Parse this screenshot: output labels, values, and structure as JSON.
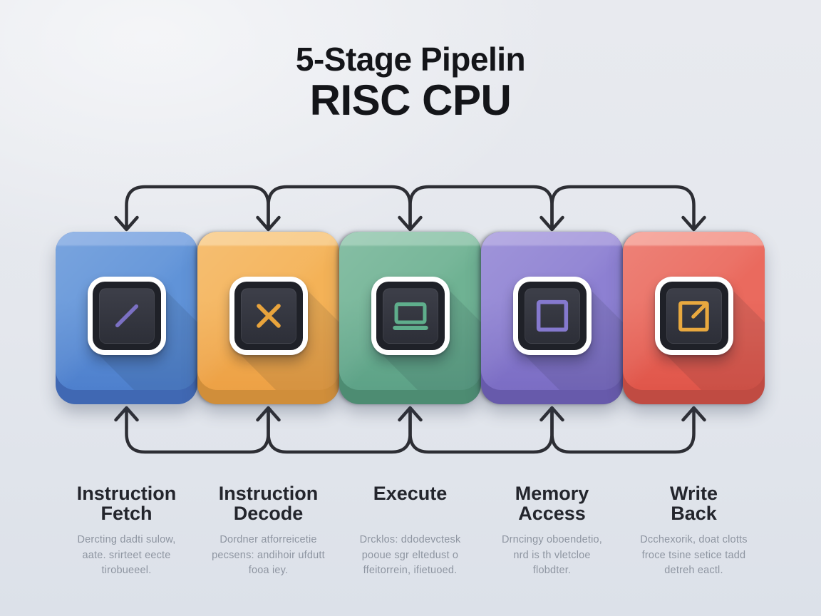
{
  "title": {
    "line1": "5-Stage Pipelin",
    "line2": "RISC CPU"
  },
  "colors": {
    "background": "#e6e9ee",
    "background_bottom": "#dce1e9",
    "arrow": "#2d2e34",
    "title_text": "#141519",
    "stage_name_text": "#23252c",
    "stage_desc_text": "#8e95a1",
    "tile_ring": "#ffffff",
    "tile_dark": "#1f2128",
    "tile_inner": "#363842"
  },
  "stages": [
    {
      "name": "Instruction Fetch",
      "name_lines": [
        "Instruction",
        "Fetch"
      ],
      "icon": "slash-icon",
      "description_lines": [
        "Dercting dadti sulow,",
        "aate. srirteet eecte",
        "tirobueeel."
      ],
      "colors": {
        "cap": "#82a9e2",
        "main": "#6093d8",
        "shade": "#4e80cd",
        "lip": "#4068b3",
        "glyph": "#7b70c3"
      }
    },
    {
      "name": "Instruction Decode",
      "name_lines": [
        "Instruction",
        "Decode"
      ],
      "icon": "x-icon",
      "description_lines": [
        "Dordner atforreicetie",
        "pecsens: andihoir ufdutt",
        "fooa iey."
      ],
      "colors": {
        "cap": "#f8cb88",
        "main": "#f4b257",
        "shade": "#eda145",
        "lip": "#d08e3a",
        "glyph": "#e9a43c"
      }
    },
    {
      "name": "Execute",
      "name_lines": [
        "Execute"
      ],
      "icon": "display-icon",
      "description_lines": [
        "Drcklos: ddodevctesk",
        "pooue sgr eltedust o",
        "ffeitorrein, ifietuoed."
      ],
      "colors": {
        "cap": "#93c7ae",
        "main": "#6fb293",
        "shade": "#5da287",
        "lip": "#4d8c72",
        "glyph": "#5fae8c"
      }
    },
    {
      "name": "Memory Access",
      "name_lines": [
        "Memory",
        "Access"
      ],
      "icon": "square-icon",
      "description_lines": [
        "Drncingy oboendetio,",
        "nrd is th vletcloe",
        "flobdter."
      ],
      "colors": {
        "cap": "#a89cdd",
        "main": "#8d80d2",
        "shade": "#7b6dc4",
        "lip": "#675aab",
        "glyph": "#8579ce"
      }
    },
    {
      "name": "Write Back",
      "name_lines": [
        "Write",
        "Back"
      ],
      "icon": "external-link-icon",
      "description_lines": [
        "Dcchexorik, doat clotts",
        "froce tsine setice tadd",
        "detreh eactl."
      ],
      "colors": {
        "cap": "#f49b90",
        "main": "#ea6a5e",
        "shade": "#e0564a",
        "lip": "#c04b42",
        "glyph": "#e9a93f"
      }
    }
  ]
}
